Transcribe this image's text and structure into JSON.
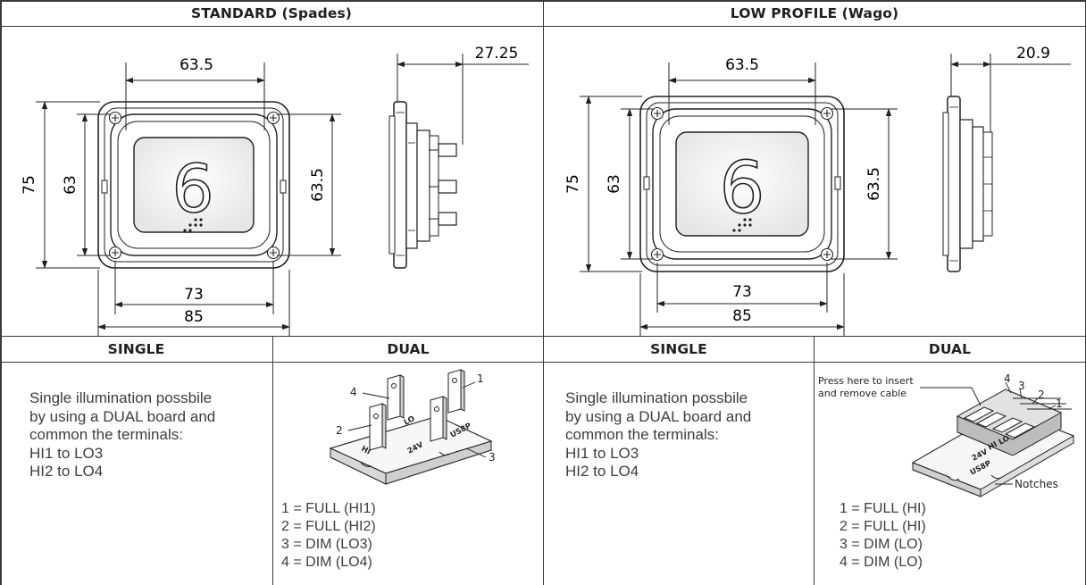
{
  "headers": {
    "standard": "STANDARD (Spades)",
    "low_profile": "LOW PROFILE (Wago)",
    "single_left": "SINGLE",
    "dual_left": "DUAL",
    "single_right": "SINGLE",
    "dual_right": "DUAL"
  },
  "standard_dims": {
    "width_top": "63.5",
    "height_outer": "75",
    "height_inner": "63",
    "height_right": "63.5",
    "width_inner": "73",
    "width_outer": "85",
    "depth": "27.25"
  },
  "lowprofile_dims": {
    "width_top": "63.5",
    "height_outer": "75",
    "height_inner": "63",
    "height_right": "63.5",
    "width_inner": "73",
    "width_outer": "85",
    "depth": "20.9"
  },
  "button_glyph": "6",
  "single_note_left": [
    "Single illumination possbile",
    "by using a DUAL board and",
    "common the terminals:",
    "HI1 to LO3",
    "HI2 to LO4"
  ],
  "single_note_right": [
    "Single illumination possbile",
    "by using a DUAL board and",
    "common the terminals:",
    "HI1 to LO3",
    "HI2 to LO4"
  ],
  "dual_spades": {
    "callouts": {
      "c1": "1",
      "c2": "2",
      "c3": "3",
      "c4": "4"
    },
    "board_marks": {
      "m1": "LO",
      "m2": "HI",
      "m3": "24V",
      "m4": "US8P"
    },
    "legend": [
      "1 = FULL (HI1)",
      "2 = FULL (HI2)",
      "3 = DIM (LO3)",
      "4 = DIM (LO4)"
    ]
  },
  "dual_wago": {
    "press_label_1": "Press here to insert",
    "press_label_2": "and remove cable",
    "notches": "Notches",
    "callouts": {
      "c1": "1",
      "c2": "2",
      "c3": "3",
      "c4": "4"
    },
    "board_marks": {
      "m1": "24V",
      "m2": "US8P",
      "m3": "HI",
      "m4": "LO"
    },
    "legend": [
      "1 = FULL (HI)",
      "2 = FULL (HI)",
      "3 = DIM (LO)",
      "4 = DIM (LO)"
    ]
  }
}
